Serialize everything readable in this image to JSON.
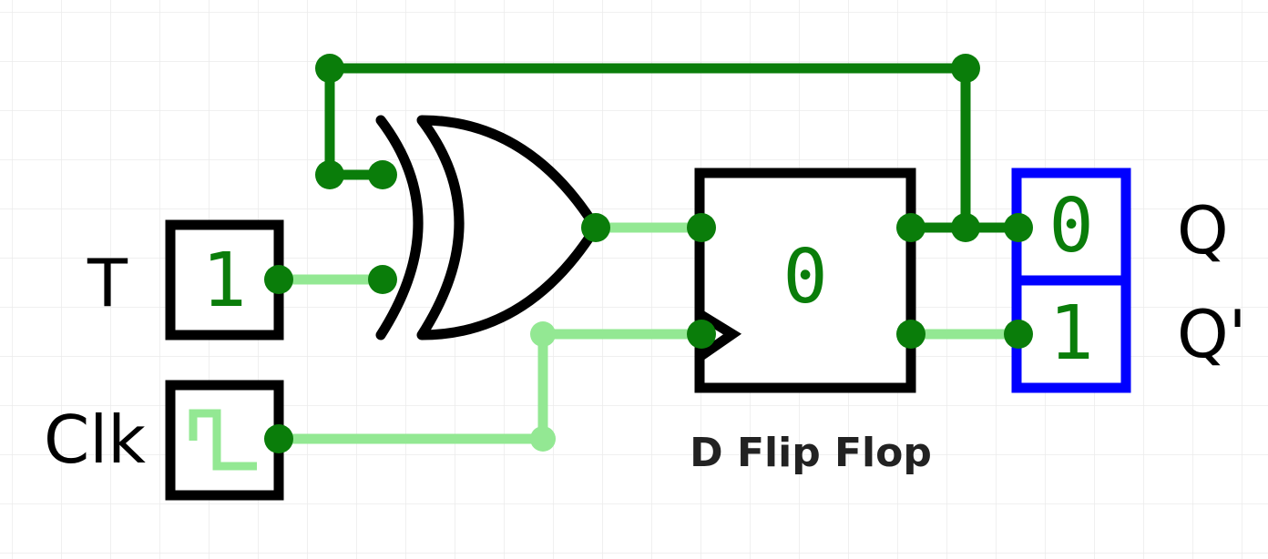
{
  "inputs": {
    "t": {
      "label": "T",
      "value": "1"
    },
    "clk": {
      "label": "Clk"
    }
  },
  "flip_flop": {
    "state": "0",
    "caption": "D Flip Flop"
  },
  "outputs": {
    "q": {
      "label": "Q",
      "value": "0"
    },
    "q_bar": {
      "label": "Q'",
      "value": "1"
    }
  },
  "colors": {
    "wire_high": "#0a7d0a",
    "wire_low": "#93e893",
    "gate_stroke": "#000000",
    "output_border": "#0000ff",
    "value_text": "#0a7d0a",
    "grid": "#ebebeb"
  }
}
